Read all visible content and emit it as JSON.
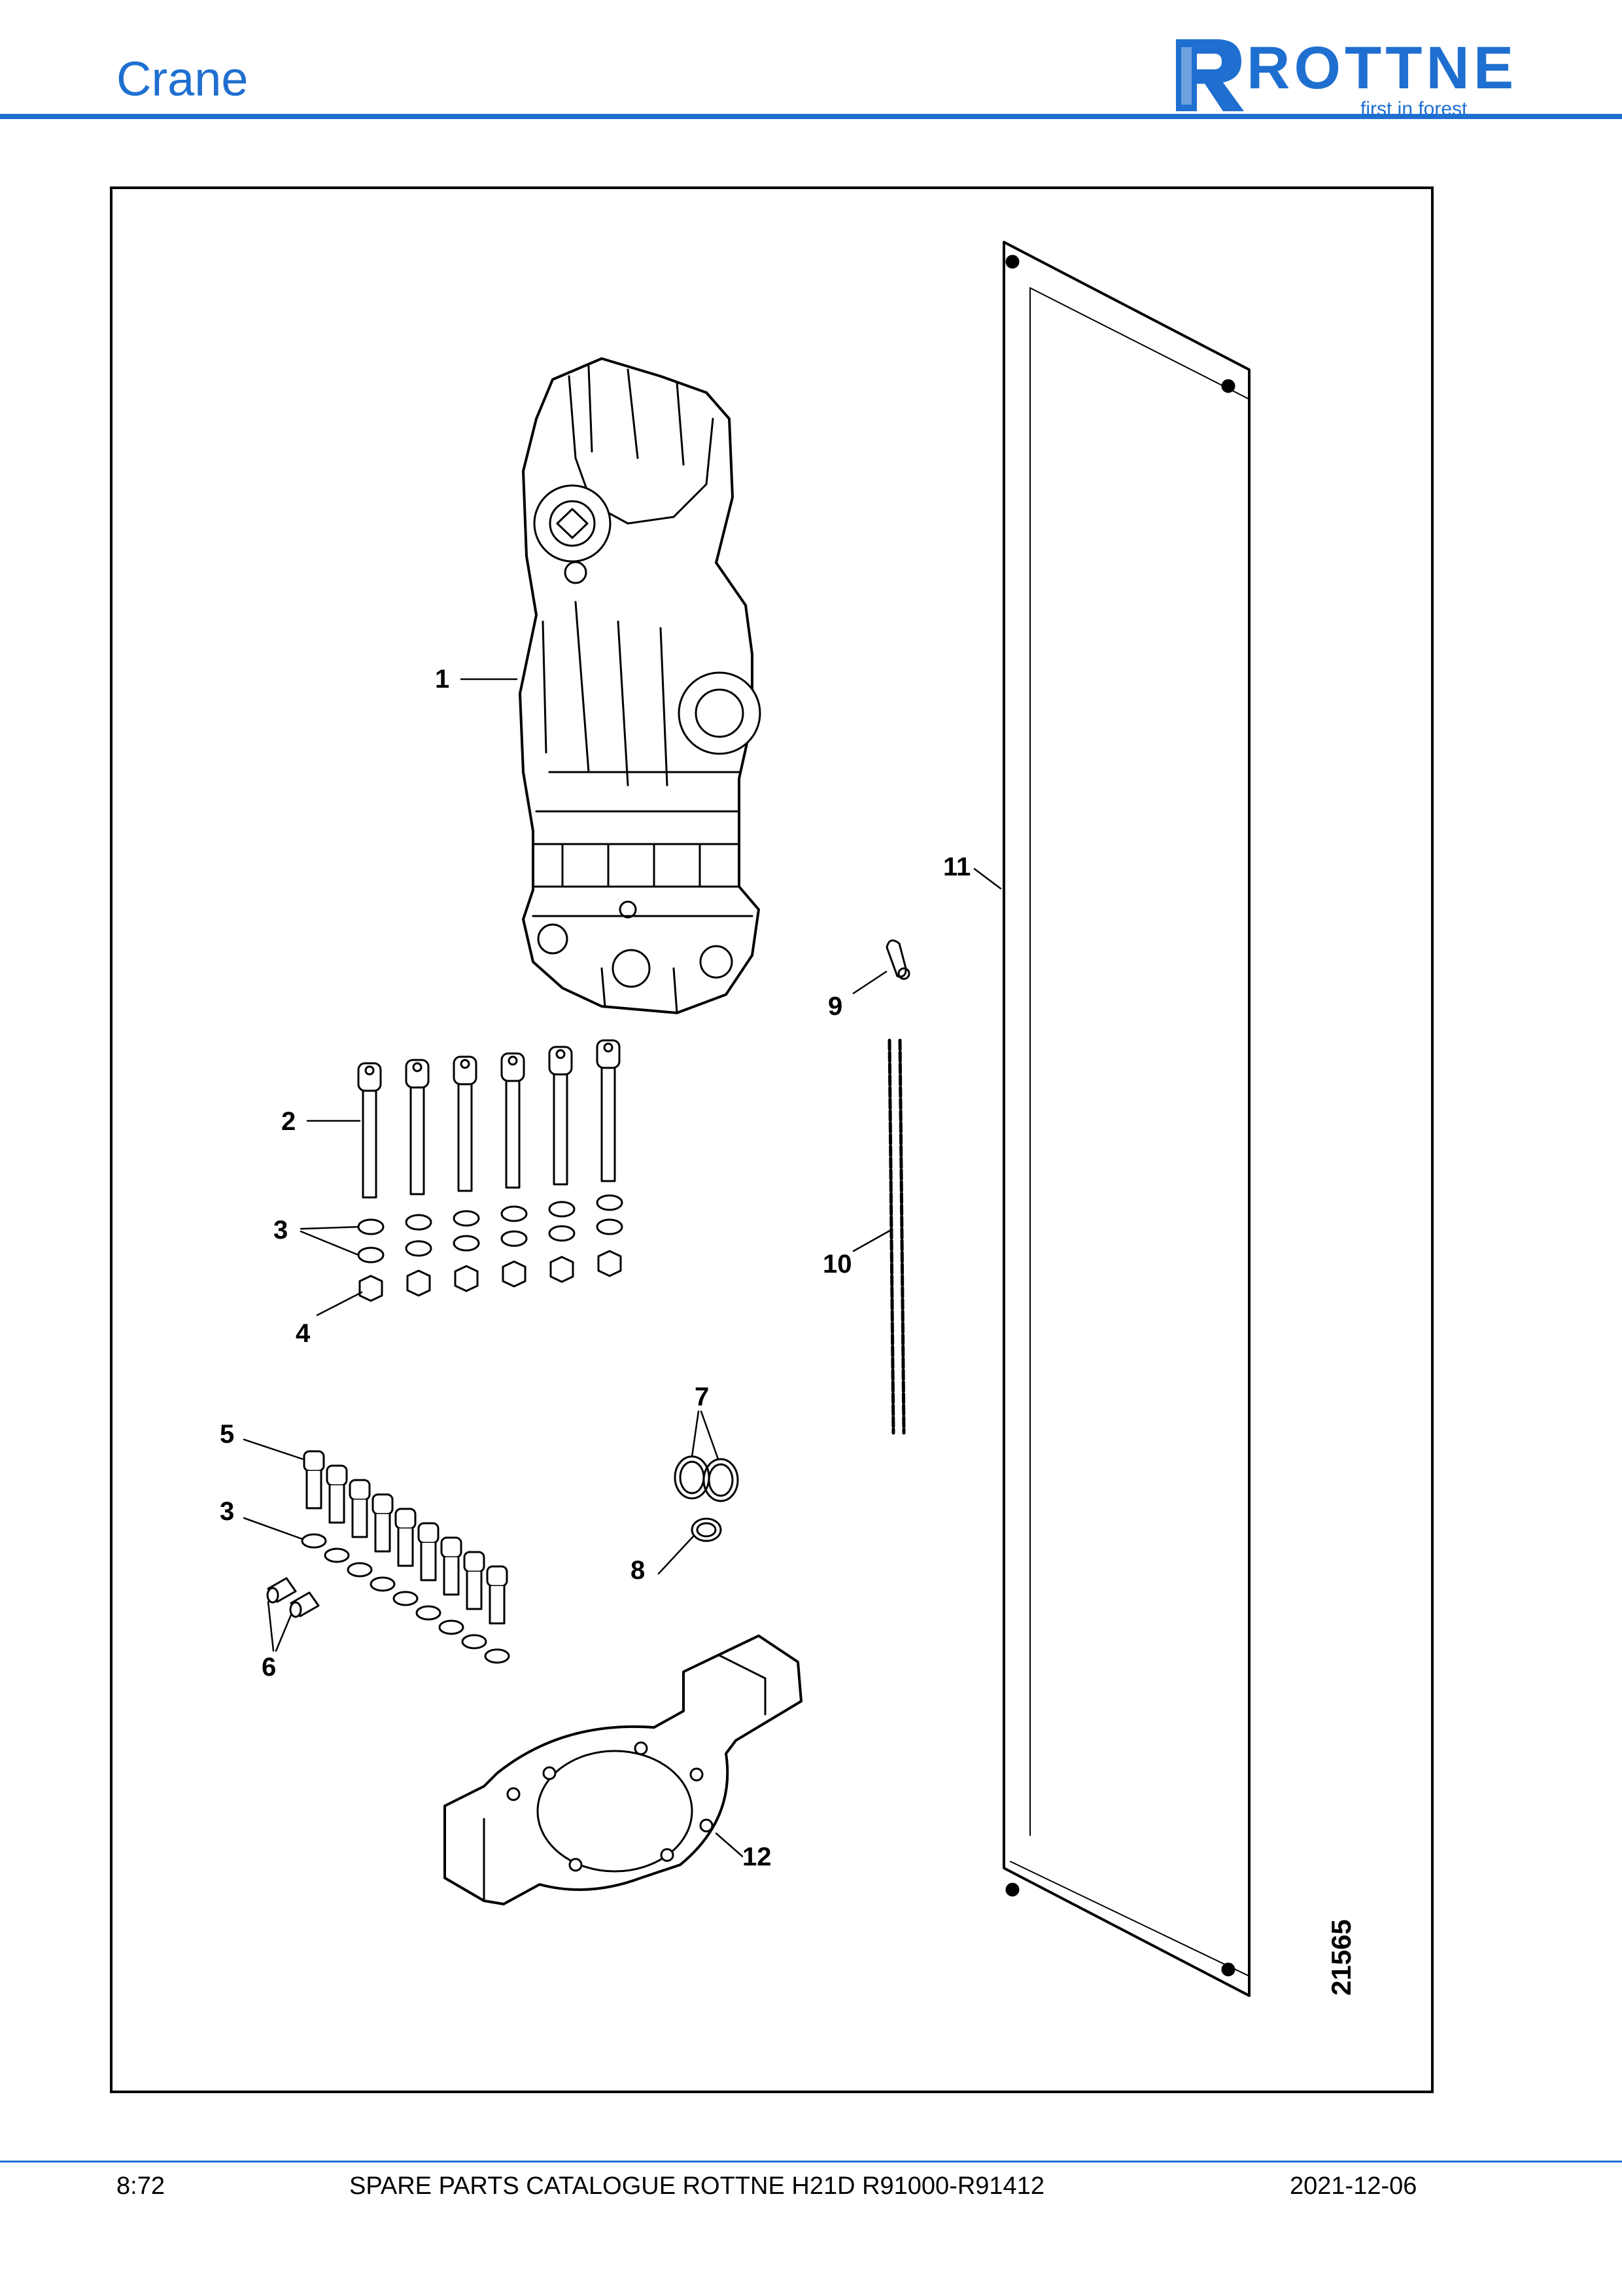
{
  "header": {
    "title": "Crane"
  },
  "logo": {
    "name": "ROTTNE",
    "tagline": "first in forest"
  },
  "diagram": {
    "drawing_number": "21565",
    "callouts": [
      "1",
      "2",
      "3",
      "3",
      "4",
      "5",
      "6",
      "7",
      "8",
      "9",
      "10",
      "11",
      "12"
    ]
  },
  "footer": {
    "page": "8:72",
    "catalogue": "SPARE PARTS CATALOGUE ROTTNE H21D R91000-R91412",
    "date": "2021-12-06"
  },
  "colors": {
    "accent": "#1f6fd0"
  }
}
